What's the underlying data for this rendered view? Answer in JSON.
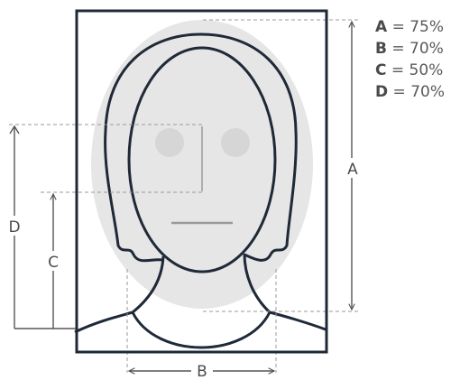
{
  "labels": {
    "a": "A",
    "b": "B",
    "c": "C",
    "d": "D"
  },
  "legend": [
    {
      "key": "A",
      "sep": " = ",
      "value": "75%"
    },
    {
      "key": "B",
      "sep": " = ",
      "value": "70%"
    },
    {
      "key": "C",
      "sep": " = ",
      "value": "50%"
    },
    {
      "key": "D",
      "sep": " = ",
      "value": "70%"
    }
  ],
  "colors": {
    "outline": "#1f2937",
    "face_area": "#e6e6e6",
    "feature": "#d6d6d6",
    "guide": "#9a9a9a"
  }
}
